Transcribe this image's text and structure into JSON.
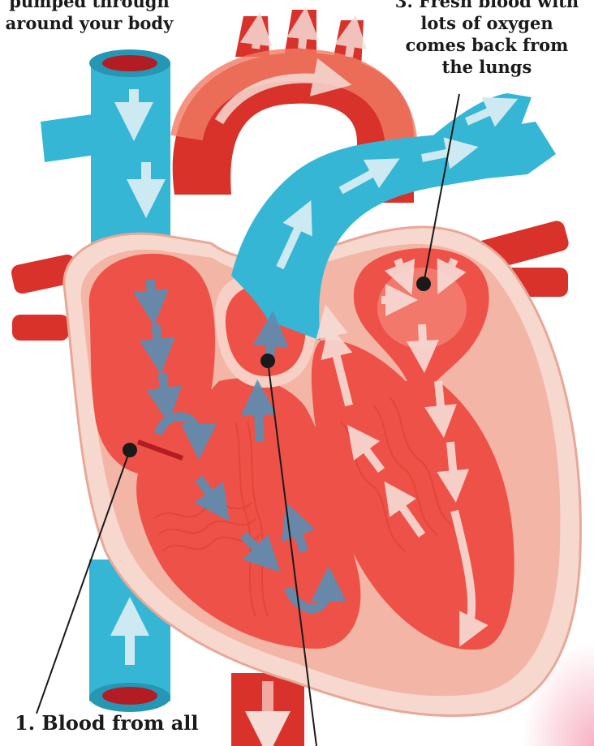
{
  "labels": {
    "top_left": [
      "pumped through",
      "around your body"
    ],
    "top_right": [
      "3. Fresh blood with",
      "lots of oxygen",
      "comes back from",
      "the lungs"
    ],
    "bottom_left": "1. Blood from all"
  },
  "colors": {
    "oxygen_poor_vessel": "#36b6d5",
    "oxygen_rich_vessel": "#d8322b",
    "chamber_red": "#ee5147",
    "wall_pink": "#f3b5a5",
    "outer_wall": "#f7d8cf",
    "arrow_light": "#f6dcd6",
    "arrow_blue": "#5a8fb5"
  }
}
